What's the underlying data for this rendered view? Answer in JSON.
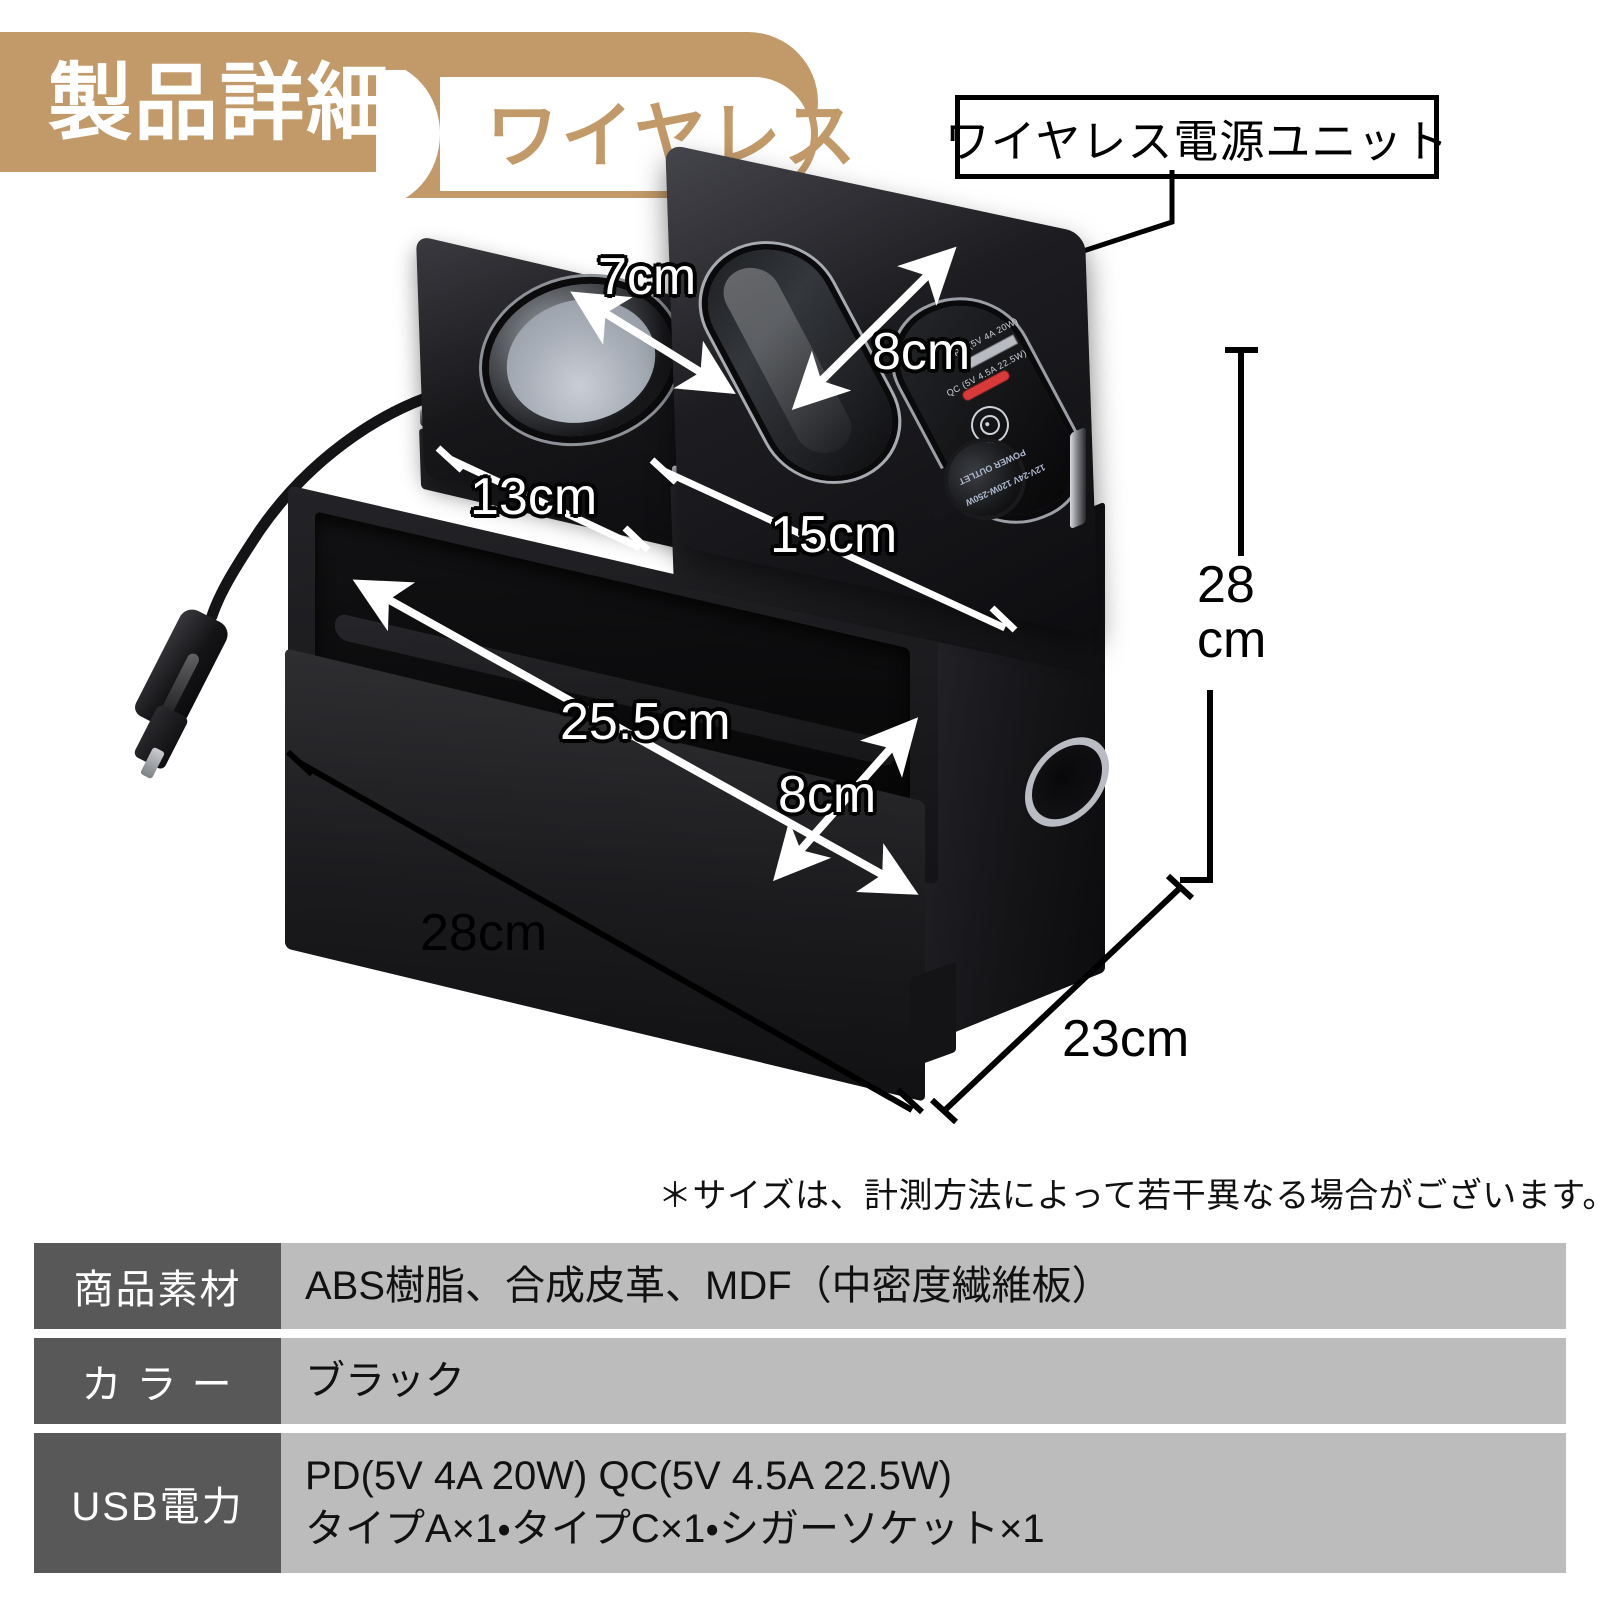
{
  "header": {
    "title": "製品詳細",
    "subtitle": "ワイヤレス",
    "bg_color": "#c29a69",
    "title_color": "#ffffff",
    "subtitle_color": "#c29a69"
  },
  "callout": {
    "label": "ワイヤレス電源ユニット"
  },
  "dimensions": {
    "cup_diameter": "7cm",
    "wireless_pad_length": "8cm",
    "upper_left_width": "13cm",
    "upper_right_width": "15cm",
    "tray_length": "25.5cm",
    "tray_depth": "8cm",
    "overall_width": "28cm",
    "overall_height_line1": "28",
    "overall_height_line2": "cm",
    "overall_depth": "23cm"
  },
  "product_labels": {
    "pd": "PD (5V 4A 20W)",
    "qc": "QC (5V 4.5A 22.5W)",
    "socket_line1": "POWER OUTLET",
    "socket_line2": "12V-24V 120W-250W"
  },
  "note": "＊サイズは、計測方法によって若干異なる場合がございます。",
  "spec_table": {
    "header_bg": "#585858",
    "cell_bg": "#bcbcbc",
    "rows": [
      {
        "label": "商品素材",
        "lines": [
          "ABS樹脂、合成皮革、MDF（中密度繊維板）"
        ]
      },
      {
        "label": "カ ラ ー",
        "lines": [
          "ブラック"
        ]
      },
      {
        "label": "USB電力",
        "lines": [
          "PD(5V 4A 20W) QC(5V 4.5A 22.5W)",
          "タイプA×1・タイプC×1・シガーソケット×1"
        ]
      }
    ]
  }
}
